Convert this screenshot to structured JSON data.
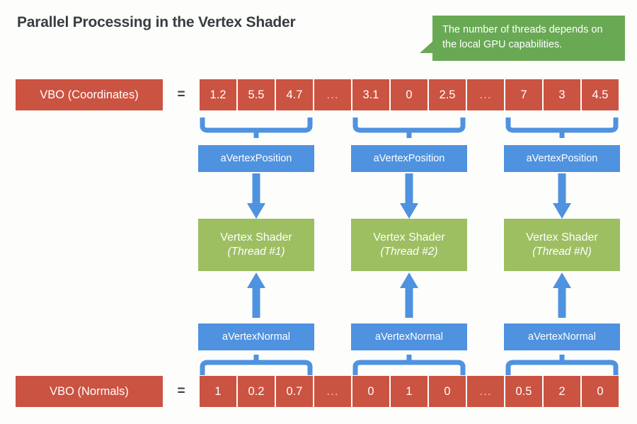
{
  "title": "Parallel Processing in the Vertex Shader",
  "callout": {
    "text": "The number of threads depends on the local GPU capabilities.",
    "color": "#69a954"
  },
  "colors": {
    "vbo_red": "#cb5341",
    "attribute_blue": "#4f92df",
    "shader_green": "#9dbf62",
    "callout_green": "#69a954",
    "title_gray": "#373d41",
    "background": "#fdfdfc"
  },
  "rows": {
    "coordinates": {
      "label": "VBO (Coordinates)",
      "equals": "=",
      "cells": [
        "1.2",
        "5.5",
        "4.7",
        "...",
        "3.1",
        "0",
        "2.5",
        "...",
        "7",
        "3",
        "4.5"
      ]
    },
    "normals": {
      "label": "VBO (Normals)",
      "equals": "=",
      "cells": [
        "1",
        "0.2",
        "0.7",
        "...",
        "0",
        "1",
        "0",
        "...",
        "0.5",
        "2",
        "0"
      ]
    }
  },
  "threads": [
    {
      "position_attribute": "aVertexPosition",
      "shader_title": "Vertex Shader",
      "shader_thread": "(Thread #1)",
      "normal_attribute": "aVertexNormal"
    },
    {
      "position_attribute": "aVertexPosition",
      "shader_title": "Vertex Shader",
      "shader_thread": "(Thread #2)",
      "normal_attribute": "aVertexNormal"
    },
    {
      "position_attribute": "aVertexPosition",
      "shader_title": "Vertex Shader",
      "shader_thread": "(Thread #N)",
      "normal_attribute": "aVertexNormal"
    }
  ],
  "icons": {
    "bracket_up": "curly-bracket-up-icon",
    "bracket_down": "curly-bracket-down-icon",
    "arrow_down": "arrow-down-icon",
    "arrow_up": "arrow-up-icon",
    "callout_tail": "callout-tail-icon"
  }
}
